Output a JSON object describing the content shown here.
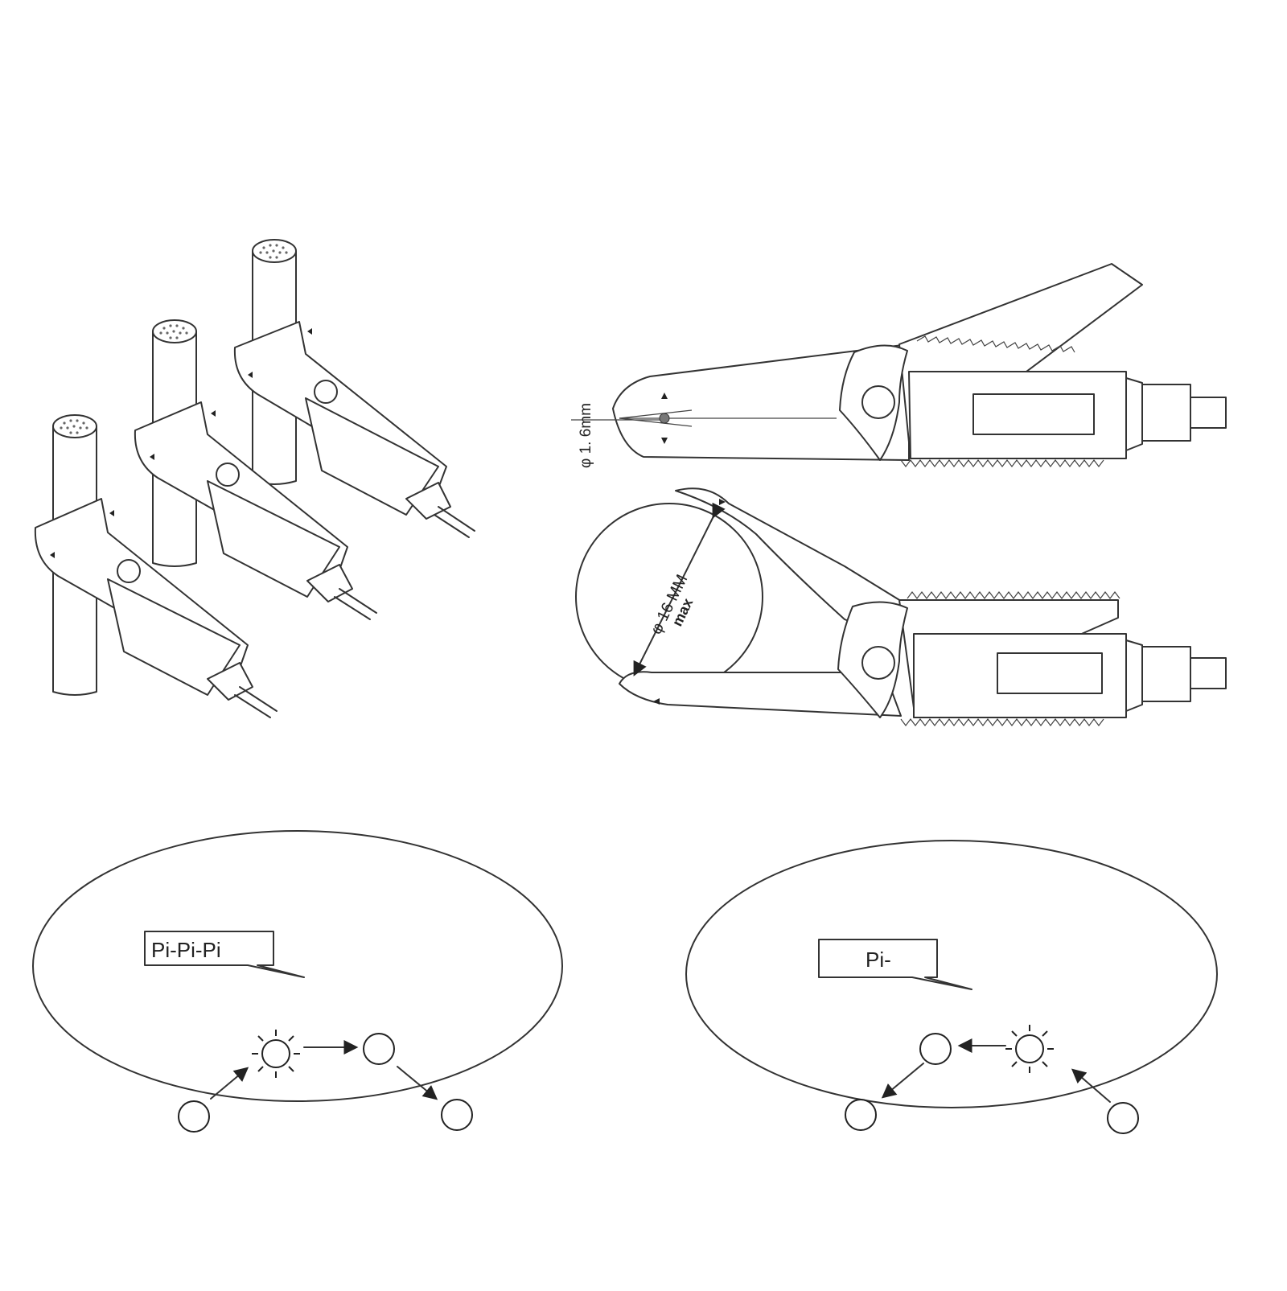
{
  "dimensions": {
    "small_wire": "φ 1. 6mm",
    "large_wire_size": "φ 16 MM",
    "large_wire_qualifier": "max"
  },
  "indicators": {
    "left_sound": "Pi-Pi-Pi",
    "right_sound": "Pi-"
  },
  "icons": {
    "lit_led": "sun-icon",
    "off_led": "circle-icon",
    "arrow": "arrow-icon"
  },
  "colors": {
    "line": "#333333",
    "background": "#ffffff"
  }
}
